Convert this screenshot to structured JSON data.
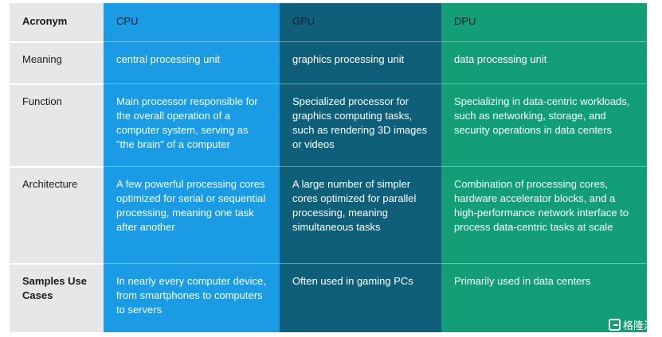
{
  "header": {
    "label": "Acronym",
    "cpu": "CPU",
    "gpu": "GPU",
    "dpu": "DPU"
  },
  "rows": [
    {
      "label": "Meaning",
      "cpu": "central processing unit",
      "gpu": "graphics processing unit",
      "dpu": "data processing unit"
    },
    {
      "label": "Function",
      "cpu": "Main processor responsible for the overall operation of a computer system, serving as \"the brain\" of a computer",
      "gpu": "Specialized processor for graphics computing tasks, such as rendering 3D images or videos",
      "dpu": "Specializing in data-centric workloads, such as networking, storage, and security operations in data centers"
    },
    {
      "label": "Architecture",
      "cpu": "A few powerful processing cores optimized for serial or sequential processing, meaning one task after another",
      "gpu": "A large number of simpler cores optimized for parallel processing, meaning simultaneous tasks",
      "dpu": "Combination of processing cores, hardware accelerator blocks, and a high-performance network interface to process data-centric tasks at scale"
    },
    {
      "label": "Samples Use Cases",
      "cpu": "In nearly every computer device, from smartphones to computers to servers",
      "gpu": "Often used in gaming PCs",
      "dpu": "Primarily used in data centers"
    }
  ],
  "watermark": {
    "text": "格隆汇",
    "icon": "gelonghui-logo-icon"
  },
  "colors": {
    "cpu": "#1a9be3",
    "gpu": "#0f5f7b",
    "dpu": "#139e77",
    "label_col": "#e6e7e8"
  }
}
